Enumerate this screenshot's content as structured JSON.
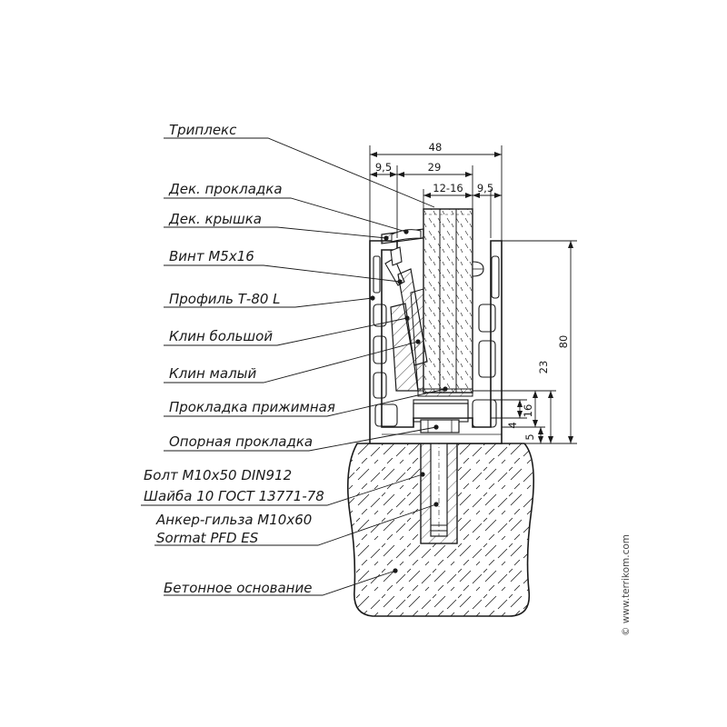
{
  "labels": [
    "Триплекс",
    "Дек. прокладка",
    "Дек. крышка",
    "Винт М5х16",
    "Профиль Т-80 L",
    "Клин большой",
    "Клин малый",
    "Прокладка прижимная",
    "Опорная прокладка",
    "Болт М10х50 DIN912",
    "Шайба 10 ГОСТ 13771-78",
    "Анкер-гильза М10х60",
    "Sormat PFD ES",
    "Бетонное основание"
  ],
  "dimensions": {
    "total_width": "48",
    "left_offset": "9,5",
    "inner_width": "29",
    "glass_range": "12-16",
    "right_offset": "9,5",
    "height": "80",
    "glass_bottom": "23",
    "sub_16": "16",
    "sub_4": "4",
    "sub_5": "5"
  },
  "watermark": "© www.terrikom.com",
  "colors": {
    "line": "#1a1a1a",
    "background": "#ffffff"
  }
}
